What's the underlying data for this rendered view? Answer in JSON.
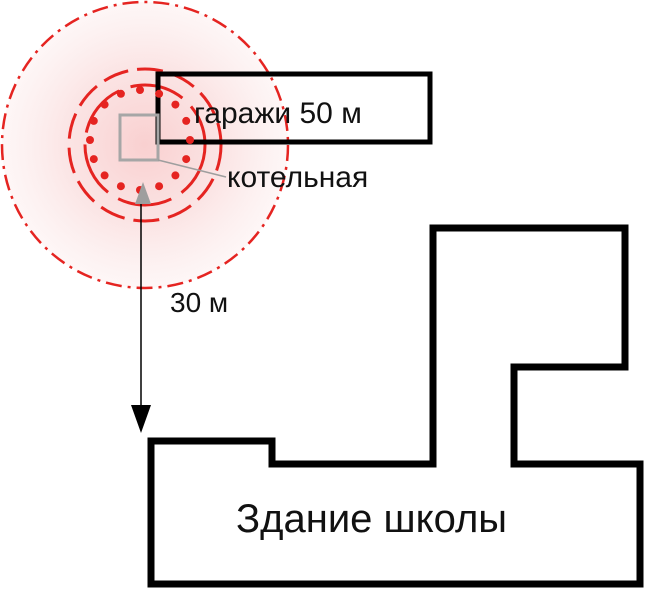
{
  "labels": {
    "garages": "гаражи 50 м",
    "boiler": "котельная",
    "distance": "30 м",
    "school": "Здание школы"
  },
  "colors": {
    "zone_outer": "#e52421",
    "zone_fill": "#f6c5c5",
    "outline": "#000000",
    "boiler_box": "#a6a6a6",
    "pointer": "#9e9e9e"
  }
}
